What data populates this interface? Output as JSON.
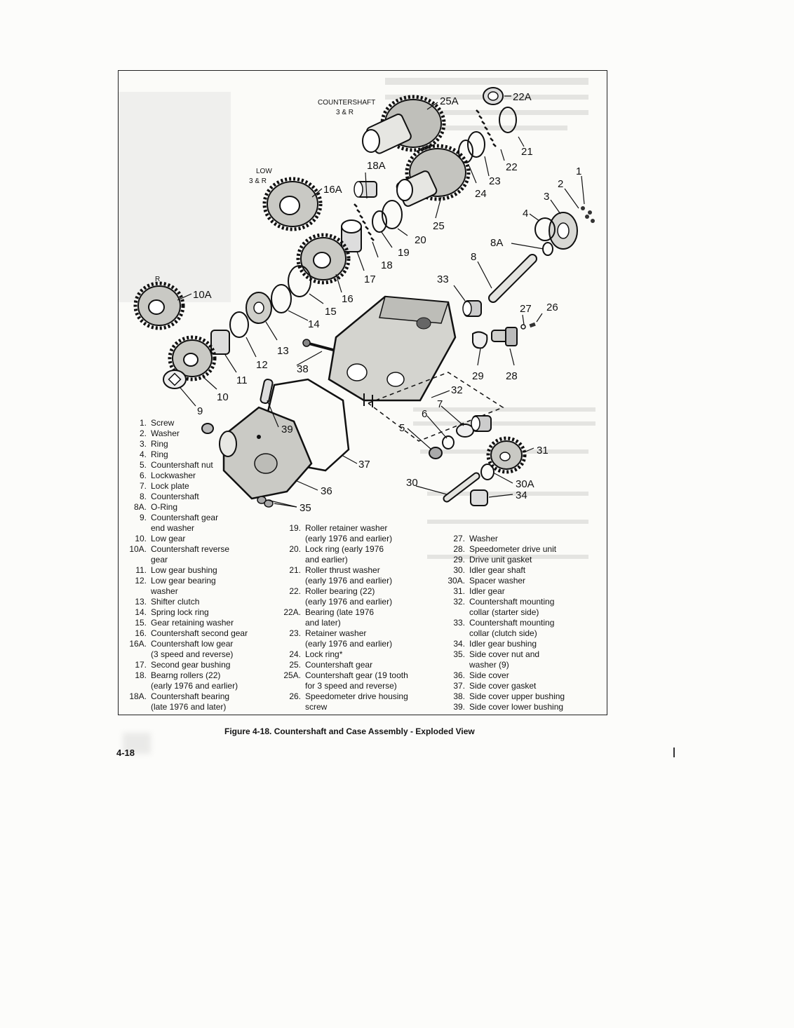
{
  "figure": {
    "caption": "Figure 4-18. Countershaft and Case Assembly - Exploded View",
    "page_number": "4-18",
    "diagram_labels": {
      "countershaft_title": "COUNTERSHAFT",
      "countershaft_sub": "3 & R",
      "low_title": "LOW",
      "low_sub": "3 & R",
      "r_label": "R"
    },
    "callouts": [
      "25A",
      "22A",
      "21",
      "22",
      "23",
      "24",
      "25",
      "18A",
      "16A",
      "20",
      "19",
      "18",
      "17",
      "16",
      "15",
      "14",
      "13",
      "12",
      "11",
      "10",
      "10A",
      "9",
      "1",
      "2",
      "3",
      "4",
      "8A",
      "8",
      "33",
      "27",
      "26",
      "29",
      "28",
      "32",
      "7",
      "6",
      "5",
      "31",
      "30A",
      "34",
      "30",
      "37",
      "36",
      "35",
      "38",
      "39"
    ]
  },
  "legend": {
    "col1": [
      {
        "num": "1.",
        "text": "Screw"
      },
      {
        "num": "2.",
        "text": "Washer"
      },
      {
        "num": "3.",
        "text": "Ring"
      },
      {
        "num": "4.",
        "text": "Ring"
      },
      {
        "num": "5.",
        "text": "Countershaft nut"
      },
      {
        "num": "6.",
        "text": "Lockwasher"
      },
      {
        "num": "7.",
        "text": "Lock plate"
      },
      {
        "num": "8.",
        "text": "Countershaft"
      },
      {
        "num": "8A.",
        "text": "O-Ring"
      },
      {
        "num": "9.",
        "text": "Countershaft gear\nend washer"
      },
      {
        "num": "10.",
        "text": "Low gear"
      },
      {
        "num": "10A.",
        "text": "Countershaft reverse\ngear"
      },
      {
        "num": "11.",
        "text": "Low gear bushing"
      },
      {
        "num": "12.",
        "text": "Low gear bearing\nwasher"
      },
      {
        "num": "13.",
        "text": "Shifter clutch"
      },
      {
        "num": "14.",
        "text": "Spring lock ring"
      },
      {
        "num": "15.",
        "text": "Gear retaining washer"
      },
      {
        "num": "16.",
        "text": "Countershaft second gear"
      },
      {
        "num": "16A.",
        "text": "Countershaft low gear\n(3 speed and reverse)"
      },
      {
        "num": "17.",
        "text": "Second gear bushing"
      },
      {
        "num": "18.",
        "text": "Bearng rollers (22)\n(early 1976 and earlier)"
      },
      {
        "num": "18A.",
        "text": "Countershaft bearing\n(late 1976 and later)"
      }
    ],
    "col2": [
      {
        "num": "19.",
        "text": "Roller retainer washer\n(early 1976 and earlier)"
      },
      {
        "num": "20.",
        "text": "Lock ring (early 1976\nand earlier)"
      },
      {
        "num": "21.",
        "text": "Roller thrust washer\n(early 1976 and earlier)"
      },
      {
        "num": "22.",
        "text": "Roller bearing (22)\n(early 1976 and earlier)"
      },
      {
        "num": "22A.",
        "text": "Bearing (late 1976\nand later)"
      },
      {
        "num": "23.",
        "text": "Retainer washer\n(early 1976 and earlier)"
      },
      {
        "num": "24.",
        "text": "Lock ring*"
      },
      {
        "num": "25.",
        "text": "Countershaft gear"
      },
      {
        "num": "25A.",
        "text": "Countershaft gear (19 tooth\nfor 3 speed and reverse)"
      },
      {
        "num": "26.",
        "text": "Speedometer drive housing\nscrew"
      }
    ],
    "col3": [
      {
        "num": "27.",
        "text": "Washer"
      },
      {
        "num": "28.",
        "text": "Speedometer drive unit"
      },
      {
        "num": "29.",
        "text": "Drive unit gasket"
      },
      {
        "num": "30.",
        "text": "Idler gear shaft"
      },
      {
        "num": "30A.",
        "text": "Spacer washer"
      },
      {
        "num": "31.",
        "text": "Idler gear"
      },
      {
        "num": "32.",
        "text": "Countershaft mounting\ncollar (starter side)"
      },
      {
        "num": "33.",
        "text": "Countershaft mounting\ncollar (clutch side)"
      },
      {
        "num": "34.",
        "text": "Idler gear bushing"
      },
      {
        "num": "35.",
        "text": "Side cover nut and\nwasher (9)"
      },
      {
        "num": "36.",
        "text": "Side cover"
      },
      {
        "num": "37.",
        "text": "Side cover gasket"
      },
      {
        "num": "38.",
        "text": "Side cover upper bushing"
      },
      {
        "num": "39.",
        "text": "Side cover lower bushing"
      }
    ]
  },
  "colors": {
    "ink": "#141414",
    "paper": "#fbfbf8",
    "part_fill": "#d8d8d4",
    "part_dark": "#555555"
  }
}
